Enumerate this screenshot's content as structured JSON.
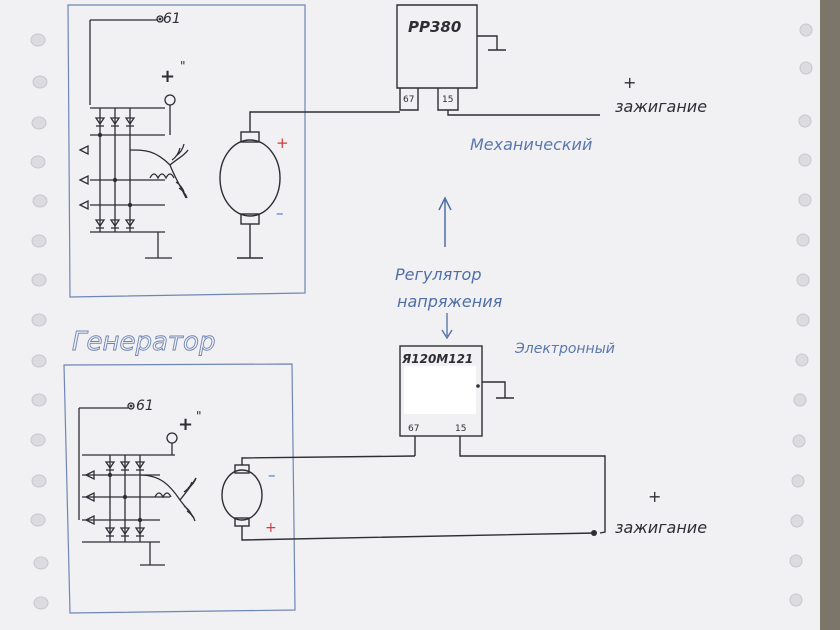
{
  "colors": {
    "paper": "#f1f0f3",
    "pencil": "#2e2e34",
    "blue_pen": "#4f6fa6",
    "binding_hole": "#dcdce0"
  },
  "top_diagram": {
    "generator_terminal": "61",
    "generator_plus": "+",
    "generator_plus_quote": "\"",
    "motor_plus": "+",
    "motor_minus": "–",
    "regulator_model": "PP380",
    "pin_67": "67",
    "pin_15": "15",
    "ignition_plus": "+",
    "ignition_label": "зажигание",
    "type_label": "Механический"
  },
  "middle": {
    "regulator_line1": "Регулятор",
    "regulator_line2": "напряжения",
    "generator_title": "Генератор"
  },
  "bottom_diagram": {
    "regulator_model": "Я120М121",
    "type_label": "Электронный",
    "pin_67": "67",
    "pin_15": "15",
    "generator_terminal": "61",
    "generator_plus": "+",
    "generator_plus_quote": "\"",
    "motor_minus": "–",
    "motor_plus": "+",
    "ignition_plus": "+",
    "ignition_label": "зажигание"
  }
}
